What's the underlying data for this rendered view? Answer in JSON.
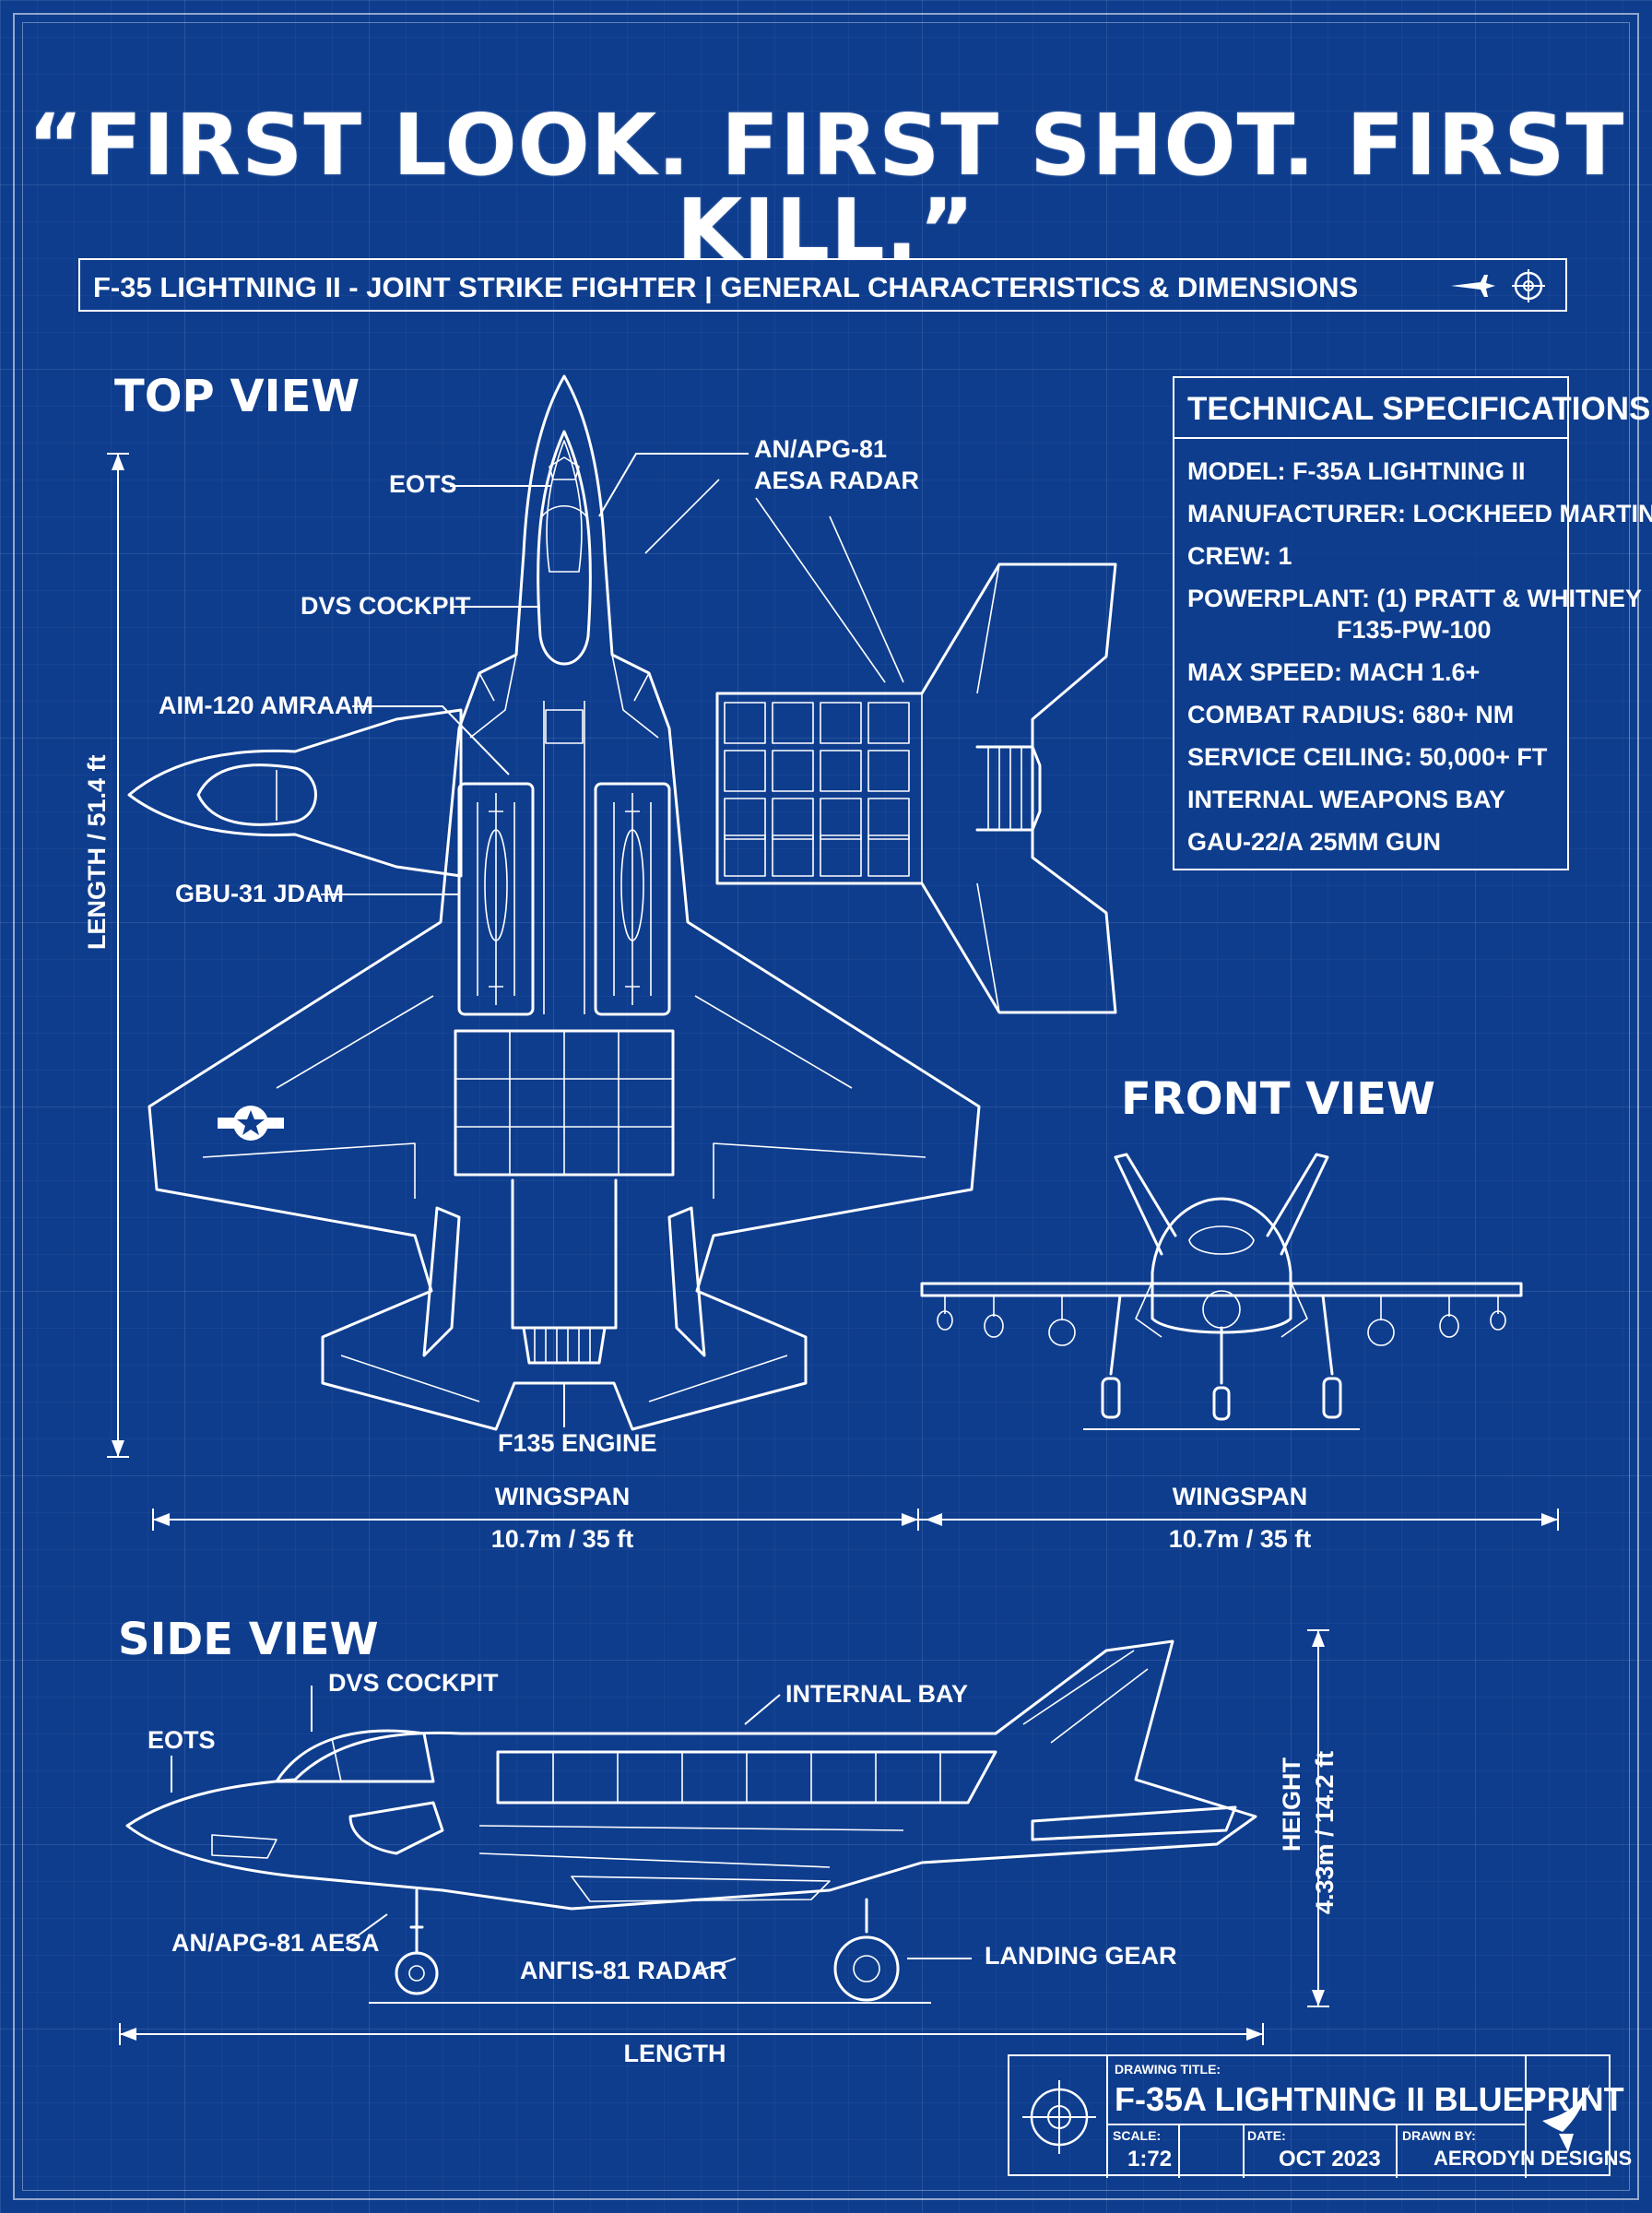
{
  "headline": "“FIRST LOOK. FIRST SHOT. FIRST KILL.”",
  "subtitle": "F-35 LIGHTNING II - JOINT STRIKE FIGHTER |  GENERAL CHARACTERISTICS & DIMENSIONS",
  "top_view": {
    "heading": "TOP VIEW",
    "labels": {
      "eots": "EOTS",
      "radar_line1": "AN/APG-81",
      "radar_line2": "AESA RADAR",
      "cockpit": "DVS COCKPIT",
      "amraam": "AIM-120 AMRAAM",
      "jdam": "GBU-31 JDAM",
      "engine": "F135 ENGINE"
    },
    "length_label": "LENGTH / 51.4 ft",
    "wingspan_label": "WINGSPAN",
    "wingspan_value": "10.7m / 35 ft"
  },
  "front_view": {
    "heading": "FRONT VIEW",
    "wingspan_label": "WINGSPAN",
    "wingspan_value": "10.7m / 35 ft"
  },
  "side_view": {
    "heading": "SIDE VIEW",
    "labels": {
      "cockpit": "DVS COCKPIT",
      "eots": "EOTS",
      "internal_bay": "INTERNAL BAY",
      "aesa": "AN/APG-81 AESA",
      "radar": "ANΓIS-81 RADAR",
      "landing_gear": "LANDING GEAR"
    },
    "height_label": "HEIGHT",
    "height_value": "4.33m / 14.2 ft",
    "length_label": "LENGTH"
  },
  "specs": {
    "title": "TECHNICAL SPECIFICATIONS",
    "items": [
      "MODEL: F-35A LIGHTNING II",
      "MANUFACTURER: LOCKHEED MARTIN",
      "CREW: 1",
      "POWERPLANT: (1) PRATT & WHITNEY",
      "F135-PW-100",
      "MAX SPEED: MACH 1.6+",
      "COMBAT RADIUS: 680+ NM",
      "SERVICE CEILING: 50,000+ FT",
      "INTERNAL WEAPONS BAY",
      "GAU-22/A 25MM GUN"
    ]
  },
  "title_block": {
    "drawing_title_label": "DRAWING TITLE:",
    "drawing_title": "F-35A LIGHTNING II BLUEPRINT",
    "scale_label": "SCALE:",
    "scale": "1:72",
    "date_label": "DATE:",
    "date": "OCT 2023",
    "drawn_by_label": "DRAWN BY:",
    "drawn_by": "AERODYN DESIGNS"
  },
  "icons": {
    "jet": "jet-silhouette-icon",
    "crosshair": "crosshair-icon",
    "roundel": "star-roundel-icon",
    "logo": "lockheed-star-logo-icon"
  },
  "colors": {
    "background": "#0e3d8e",
    "line": "#ffffff"
  }
}
